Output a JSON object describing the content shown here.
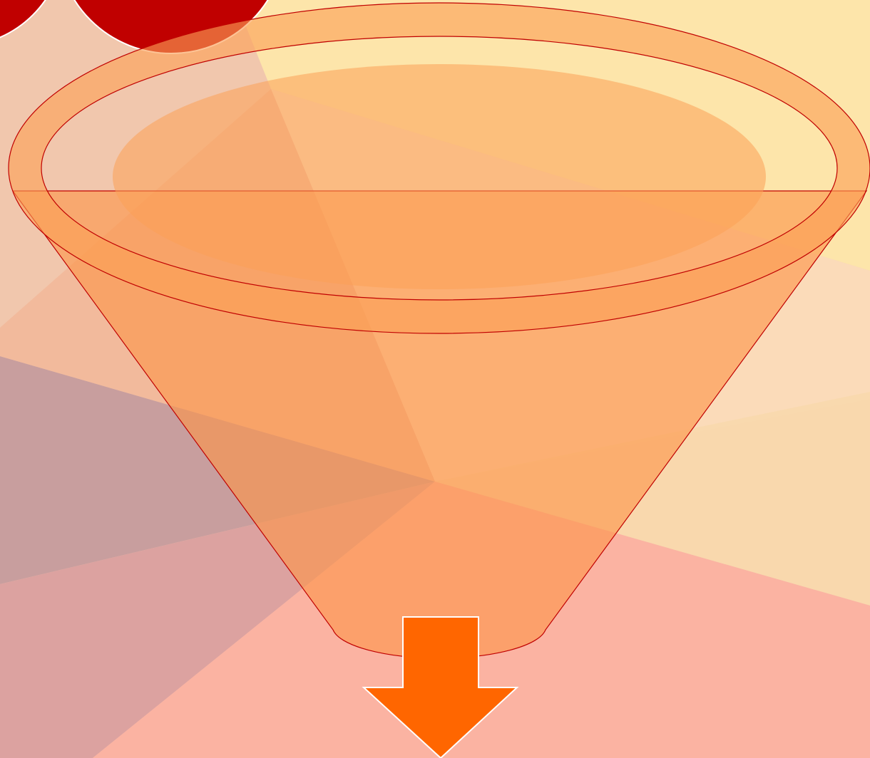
{
  "colors": {
    "background": "#f4c8ad",
    "bg_facet_yellow": "#fde7aa",
    "bg_facet_peach": "#f9d9ad",
    "bg_facet_mauve": "#c89e9e",
    "bg_facet_rose": "#dca2a0",
    "bg_facet_salmon": "#fbb3a2",
    "funnel_fill": "#fb9449",
    "funnel_rim": "#fba055",
    "funnel_outline": "#c00000",
    "circle_fill": "#c00000",
    "circle_outline": "#ffffff",
    "arrow_fill": "#ff6600",
    "arrow_outline": "#ffffff"
  },
  "diagram": {
    "shape": "funnel",
    "items": [
      {
        "kind": "circle",
        "icon": "red-circle"
      },
      {
        "kind": "circle",
        "icon": "red-circle"
      }
    ],
    "output": {
      "kind": "arrow",
      "direction": "down",
      "icon": "arrow-down"
    },
    "labels": []
  }
}
